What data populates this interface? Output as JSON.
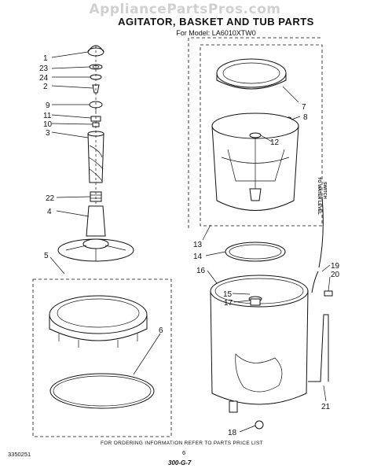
{
  "watermark": "AppliancePartsPros.com",
  "header": {
    "title": "AGITATOR, BASKET AND TUB PARTS",
    "subtitle": "For Model: LA6010XTW0"
  },
  "side_label": [
    "TO WATER LEVEL",
    "SWITCH"
  ],
  "part_labels": {
    "p1": "1",
    "p23": "23",
    "p24": "24",
    "p2": "2",
    "p9": "9",
    "p11": "11",
    "p10": "10",
    "p3": "3",
    "p22": "22",
    "p4": "4",
    "p5": "5",
    "p6": "6",
    "p7": "7",
    "p8": "8",
    "p12": "12",
    "p13": "13",
    "p14": "14",
    "p16": "16",
    "p15": "15",
    "p17": "17",
    "p19": "19",
    "p20": "20",
    "p21": "21",
    "p18": "18"
  },
  "footer": {
    "note": "FOR ORDERING INFORMATION REFER TO PARTS PRICE LIST",
    "doc_number": "3350251",
    "page_number": "6",
    "revision": "300-G-7"
  }
}
